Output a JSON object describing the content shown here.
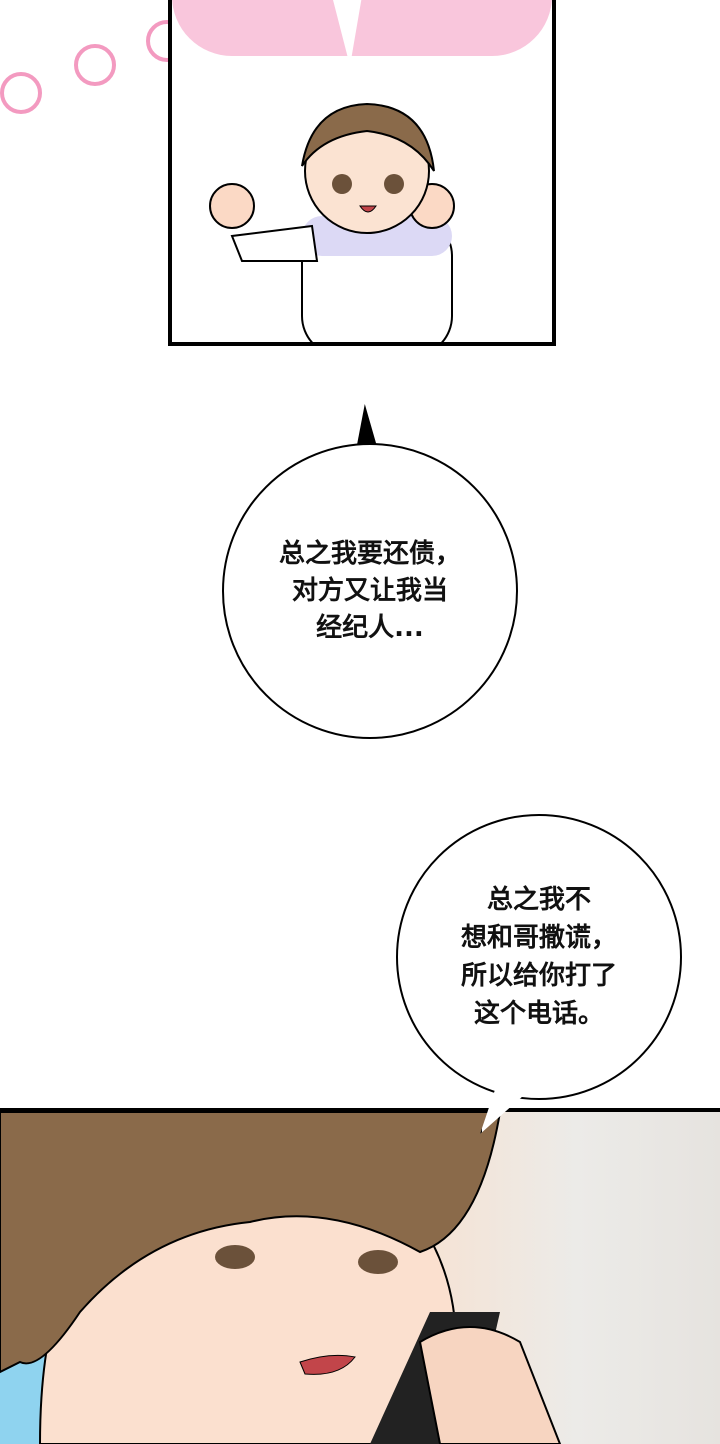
{
  "bubbles": {
    "middle": {
      "lines": [
        "总之我要还债，",
        "对方又让我当",
        "经纪人..."
      ]
    },
    "lower": {
      "lines": [
        "总之我不",
        "想和哥撒谎，",
        "所以给你打了",
        "这个电话。"
      ]
    }
  },
  "colors": {
    "pink_accent": "#f39ac0",
    "pink_background": "#f9c6dc",
    "hair_brown": "#8a6a4a",
    "shirt_lavender": "#dcd9f5"
  }
}
